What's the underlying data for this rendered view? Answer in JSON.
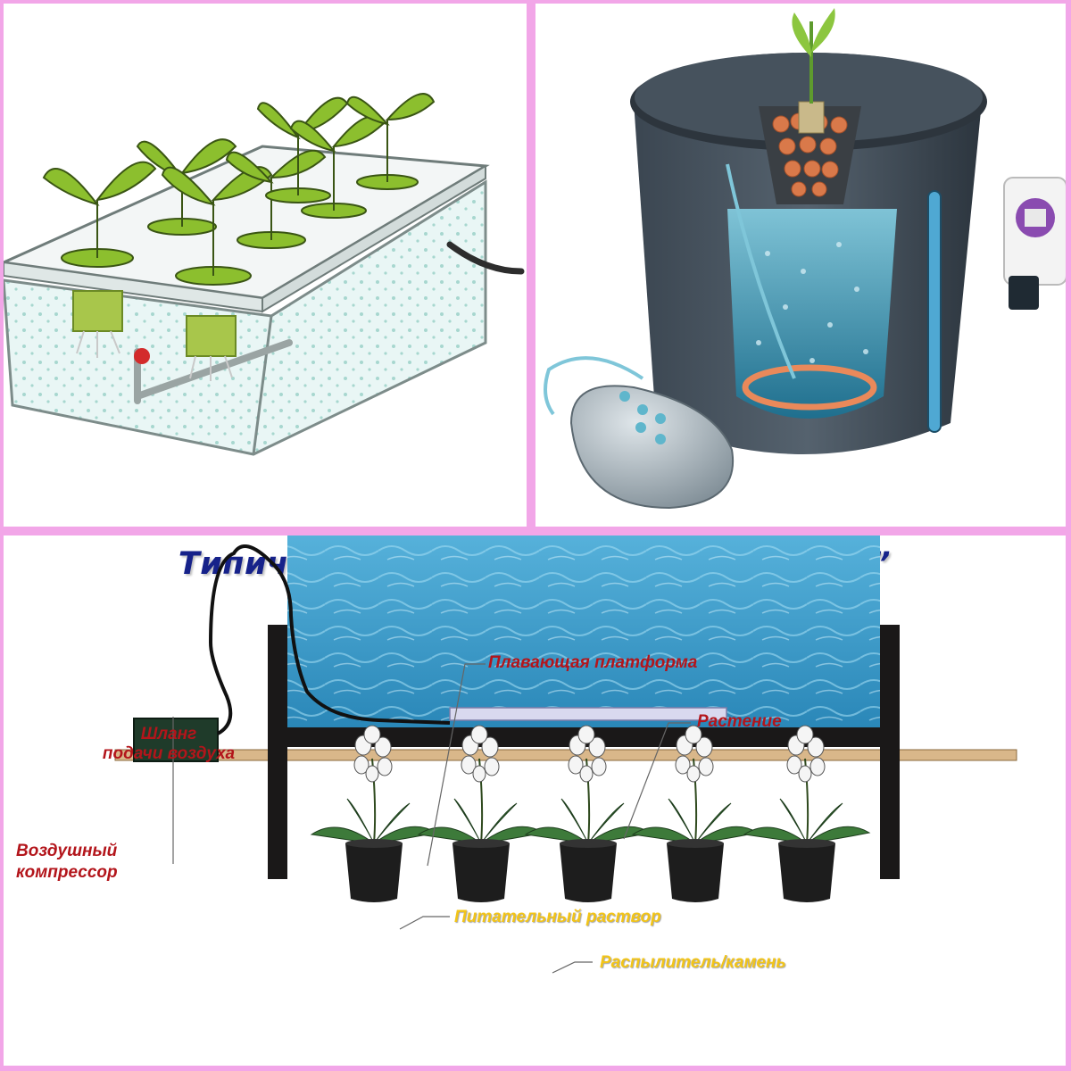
{
  "diagram": {
    "title": "Типичная система “Водной культуры”",
    "labels": {
      "platform": "Плавающая платформа",
      "plant": "Растение",
      "hose_line1": "Шланг",
      "hose_line2": "подачи воздуха",
      "compressor_line1": "Воздушный",
      "compressor_line2": "компрессор",
      "solution": "Питательный раствор",
      "diffuser": "Распылитель/камень"
    },
    "colors": {
      "frame": "#f2a6e8",
      "title": "#16228a",
      "label_red": "#b3151b",
      "label_yellow": "#f2c418",
      "water": "#2f8fc1",
      "leaf": "#8cbf2e"
    }
  }
}
